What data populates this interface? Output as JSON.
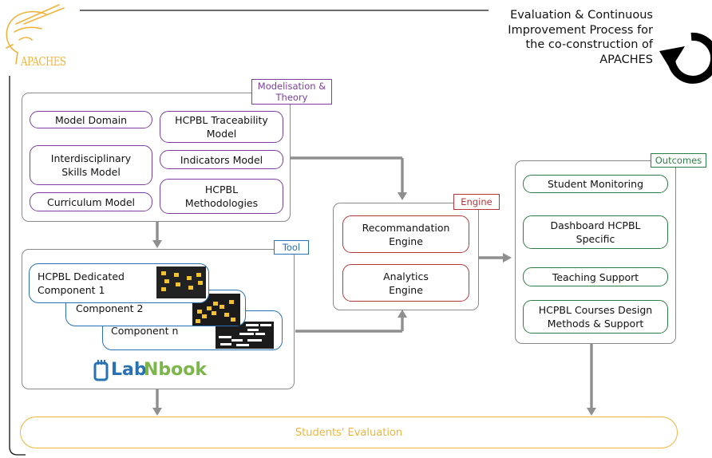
{
  "logo": {
    "text": "APACHES"
  },
  "process_note": {
    "line1": "Evaluation & Continuous",
    "line2": "Improvement Process for",
    "line3": "the co-construction of",
    "line4": "APACHES"
  },
  "modelisation": {
    "tag_line1": "Modelisation &",
    "tag_line2": "Theory",
    "items": [
      {
        "line1": "Model Domain",
        "line2": ""
      },
      {
        "line1": "HCPBL Traceability",
        "line2": "Model"
      },
      {
        "line1": "Interdisciplinary",
        "line2": "Skills Model"
      },
      {
        "line1": "Indicators Model",
        "line2": ""
      },
      {
        "line1": "Curriculum Model",
        "line2": ""
      },
      {
        "line1": "HCPBL",
        "line2": "Methodologies"
      }
    ]
  },
  "tool": {
    "tag": "Tool",
    "components": [
      {
        "line1": "HCPBL Dedicated",
        "line2": "Component 1"
      },
      {
        "line1": "Component 2",
        "line2": ""
      },
      {
        "line1": "Component n",
        "line2": ""
      }
    ],
    "brand": {
      "part1": "Lab",
      "part2": "Nbook",
      "color1": "#2872b4",
      "color2": "#7ab648"
    }
  },
  "engine": {
    "tag": "Engine",
    "items": [
      {
        "line1": "Recommandation",
        "line2": "Engine"
      },
      {
        "line1": "Analytics",
        "line2": "Engine"
      }
    ]
  },
  "outcomes": {
    "tag": "Outcomes",
    "items": [
      {
        "line1": "Student Monitoring",
        "line2": ""
      },
      {
        "line1": "Dashboard HCPBL",
        "line2": "Specific"
      },
      {
        "line1": "Teaching Support",
        "line2": ""
      },
      {
        "line1": "HCPBL Courses Design",
        "line2": "Methods & Support"
      }
    ]
  },
  "evaluation": {
    "label": "Students' Evaluation"
  },
  "colors": {
    "purple": "#7b3fa0",
    "red": "#b9363b",
    "green": "#2e7d46",
    "blue": "#2872b4",
    "orange": "#f0b43c",
    "arrow": "#8f8f8f"
  }
}
